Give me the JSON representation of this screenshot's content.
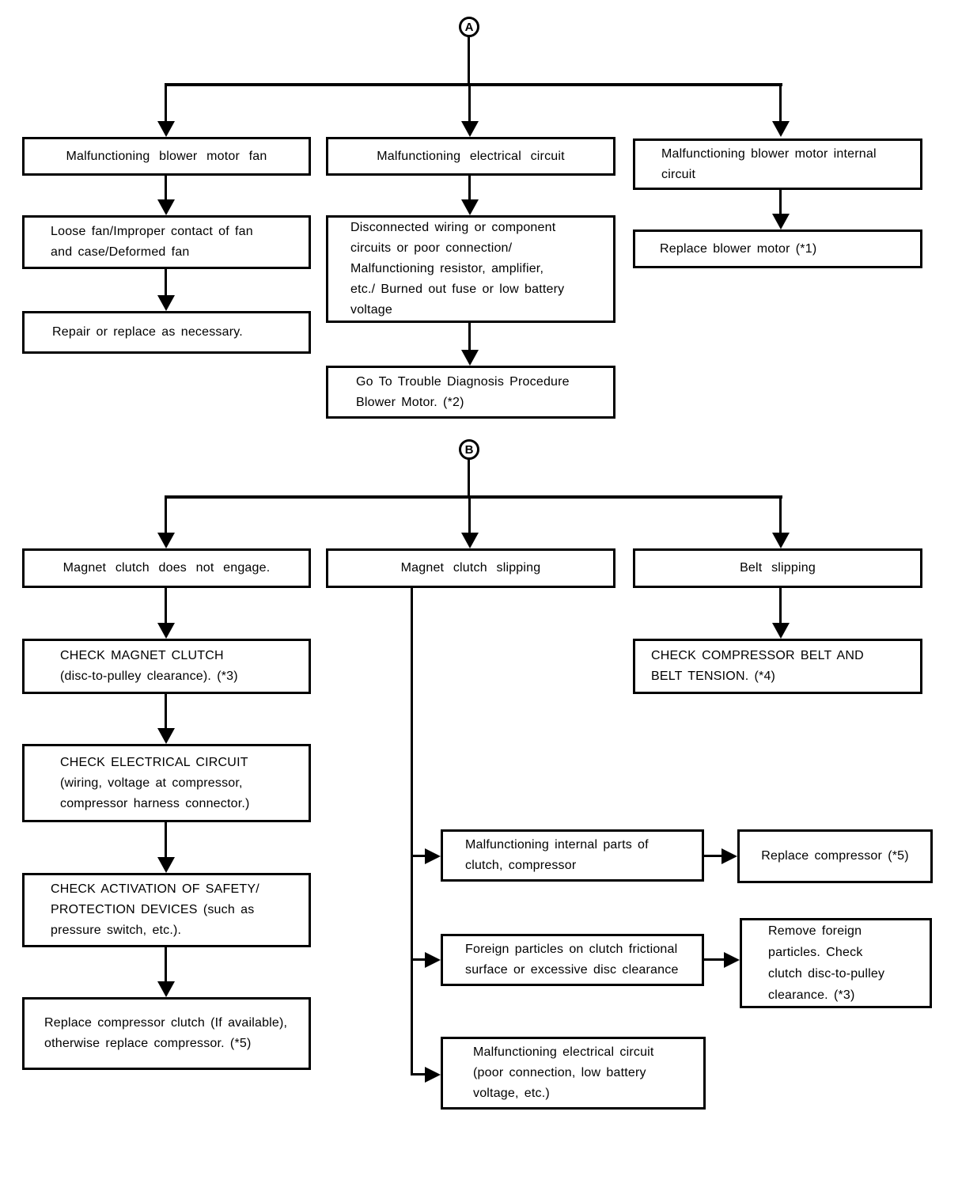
{
  "colors": {
    "ink": "#000000",
    "paper": "#ffffff"
  },
  "connectors": {
    "a": "A",
    "b": "B"
  },
  "nodes": {
    "a_left_1": "Malfunctioning blower motor fan",
    "a_left_2": "Loose fan/Improper contact of fan\nand case/Deformed fan",
    "a_left_3": "Repair or replace as necessary.",
    "a_center_1": "Malfunctioning electrical circuit",
    "a_center_2": "Disconnected wiring or component\ncircuits or poor connection/\nMalfunctioning resistor, amplifier,\netc./ Burned out fuse or low battery\nvoltage",
    "a_center_3": "Go To Trouble Diagnosis Procedure\nBlower Motor. (*2)",
    "a_right_1": "Malfunctioning blower motor internal\ncircuit",
    "a_right_2": "Replace blower motor (*1)",
    "b_left_1": "Magnet clutch does not engage.",
    "b_left_2": "CHECK MAGNET CLUTCH\n(disc-to-pulley clearance). (*3)",
    "b_left_3": "CHECK ELECTRICAL CIRCUIT\n(wiring, voltage at compressor,\ncompressor harness connector.)",
    "b_left_4": "CHECK ACTIVATION OF SAFETY/\nPROTECTION DEVICES (such as\npressure switch, etc.).",
    "b_left_5": "Replace compressor clutch (If available),\notherwise replace compressor. (*5)",
    "b_center_1": "Magnet clutch slipping",
    "b_branch_1": "Malfunctioning internal parts of\nclutch, compressor",
    "b_branch_1_result": "Replace compressor (*5)",
    "b_branch_2": "Foreign particles on clutch frictional\nsurface or excessive disc clearance",
    "b_branch_2_result": "Remove foreign\nparticles. Check\nclutch disc-to-pulley\nclearance. (*3)",
    "b_branch_3": "Malfunctioning electrical circuit\n(poor connection, low battery\nvoltage, etc.)",
    "b_right_1": "Belt slipping",
    "b_right_2": "CHECK COMPRESSOR BELT AND\nBELT TENSION. (*4)"
  }
}
